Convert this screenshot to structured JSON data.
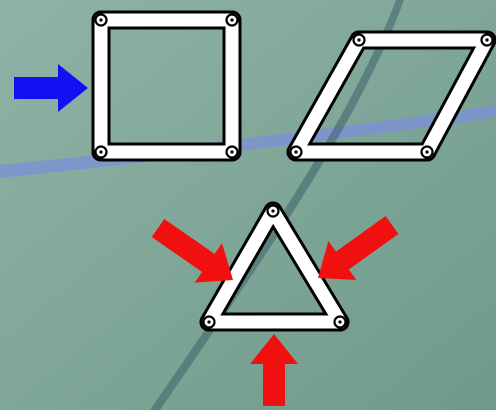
{
  "colors": {
    "background": "#6f9a8a",
    "background_light": "#8fb3a6",
    "stripe": "#7c8fd8",
    "stripe_dark": "#355a66",
    "bar_fill": "#ffffff",
    "bar_stroke": "#000000",
    "push_arrow": "#1010f0",
    "force_arrow": "#f01010"
  },
  "icons": {
    "push_arrow": "arrow-right-icon",
    "force_arrows": [
      "arrow-down-right-icon",
      "arrow-down-left-icon",
      "arrow-up-icon"
    ],
    "pivot": "pivot-joint-icon"
  },
  "figures": [
    {
      "id": "square-frame",
      "shape": "square",
      "bars": 4,
      "joints": 4,
      "rigid": false
    },
    {
      "id": "parallelogram-frame",
      "shape": "parallelogram",
      "bars": 4,
      "joints": 4,
      "rigid": false
    },
    {
      "id": "triangle-frame",
      "shape": "triangle",
      "bars": 3,
      "joints": 3,
      "rigid": true
    }
  ]
}
